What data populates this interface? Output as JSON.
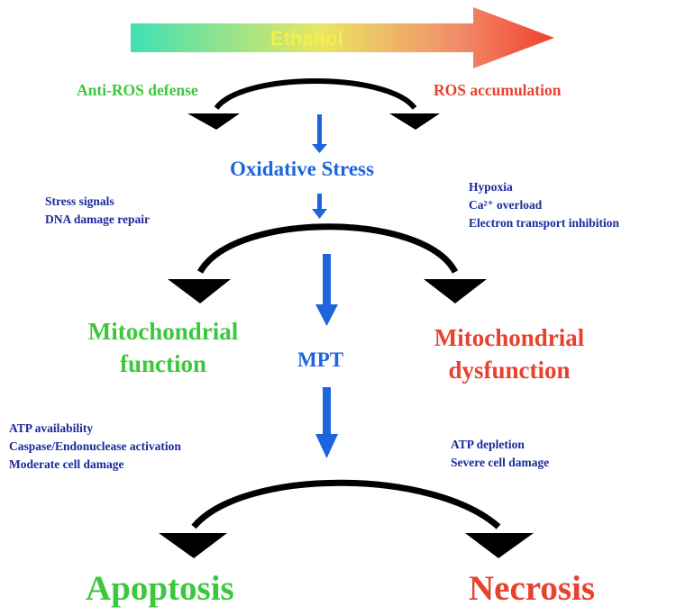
{
  "title": "Ethanol",
  "colors": {
    "protective_green": "#3cc83c",
    "damage_red": "#e8412e",
    "flow_blue": "#1e64dc",
    "note_navy": "#1a2a9c",
    "curve_black": "#000000"
  },
  "top": {
    "left_label": "Anti-ROS defense",
    "right_label": "ROS accumulation",
    "center_node": "Oxidative Stress"
  },
  "middle": {
    "left_notes": [
      "Stress signals",
      "DNA damage repair"
    ],
    "right_notes": [
      "Hypoxia",
      "Ca²⁺ overload",
      "Electron transport inhibition"
    ],
    "left_node_lines": [
      "Mitochondrial",
      "function"
    ],
    "center_node": "MPT",
    "right_node_lines": [
      "Mitochondrial",
      "dysfunction"
    ]
  },
  "bottom": {
    "left_notes": [
      "ATP availability",
      "Caspase/Endonuclease activation",
      "Moderate cell damage"
    ],
    "right_notes": [
      "ATP depletion",
      "Severe cell damage"
    ],
    "left_outcome": "Apoptosis",
    "right_outcome": "Necrosis"
  }
}
